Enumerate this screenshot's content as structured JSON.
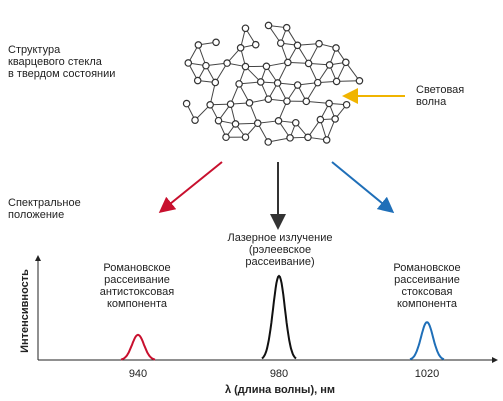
{
  "labels": {
    "structure": [
      "Структура",
      "кварцевого стекла",
      "в твердом состоянии"
    ],
    "light_wave": [
      "Световая",
      "волна"
    ],
    "spectral": [
      "Спектральное",
      "положение"
    ],
    "laser": [
      "Лазерное излучение",
      "(рэлеевское",
      "рассеивание)"
    ],
    "anti_stokes": [
      "Романовское",
      "рассеивание",
      "антистоксовая",
      "компонента"
    ],
    "stokes": [
      "Романовское",
      "рассеивание",
      "стоксовая",
      "компонента"
    ],
    "ylabel": "Интенсивность",
    "xlabel": "λ (длина волны), нм"
  },
  "chart_data": {
    "type": "line",
    "x_ticks": [
      "940",
      "980",
      "1020"
    ],
    "peaks": [
      {
        "center": 940,
        "relative_height": 0.3,
        "color": "#c8102e"
      },
      {
        "center": 980,
        "relative_height": 1.0,
        "color": "#111111"
      },
      {
        "center": 1020,
        "relative_height": 0.45,
        "color": "#1f6fb8"
      }
    ]
  },
  "colors": {
    "light_wave_arrow": "#f0b400",
    "red_arrow": "#c8102e",
    "black_arrow": "#333333",
    "blue_arrow": "#1f6fb8"
  }
}
